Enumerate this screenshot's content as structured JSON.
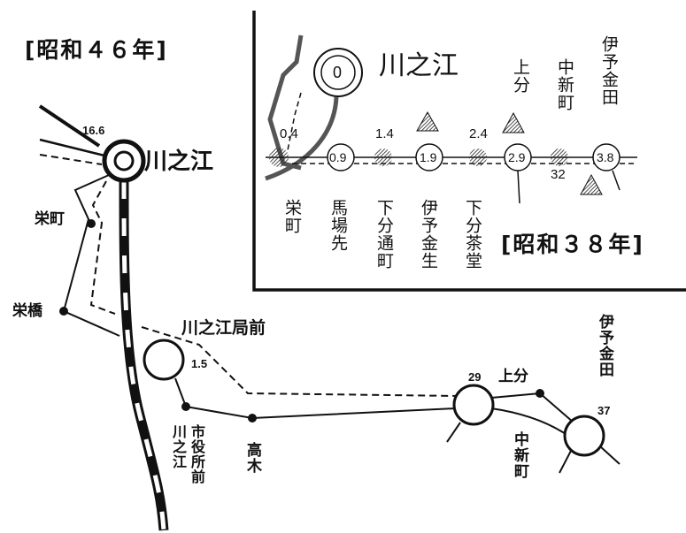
{
  "map_1971": {
    "title": "[昭和４６年]",
    "terminal": {
      "name": "川之江",
      "distance": "16.6"
    },
    "stops": {
      "sakaemachi": "栄町",
      "sakaebashi": "栄橋",
      "kyokumae": "川之江局前",
      "kyokumae_distance": "1.5",
      "shiyakusho_line1": "川之江",
      "shiyakusho_line2": "市役所前",
      "takagi": "高木",
      "kamibun": "上分",
      "kamibun_distance": "29",
      "nakashinmachi": "中新町",
      "iyokinden": "伊予金田",
      "iyokinden_distance": "37"
    }
  },
  "map_1963": {
    "title": "[昭和３８年]",
    "terminal": {
      "name": "川之江",
      "distance": "0"
    },
    "stops_below": [
      {
        "name": "栄町",
        "distance": "0.4"
      },
      {
        "name": "馬場先",
        "distance": "0.9"
      },
      {
        "name": "下分通町",
        "distance": "1.4"
      },
      {
        "name": "伊予金生",
        "distance": "1.9"
      },
      {
        "name": "下分茶堂",
        "distance": "2.4"
      }
    ],
    "stops_above": [
      {
        "name": "上分",
        "distance": "2.9"
      },
      {
        "name": "中新町",
        "distance": "32"
      },
      {
        "name": "伊予金田",
        "distance": "3.8"
      }
    ]
  },
  "colors": {
    "ink": "#111111",
    "paper": "#ffffff"
  }
}
